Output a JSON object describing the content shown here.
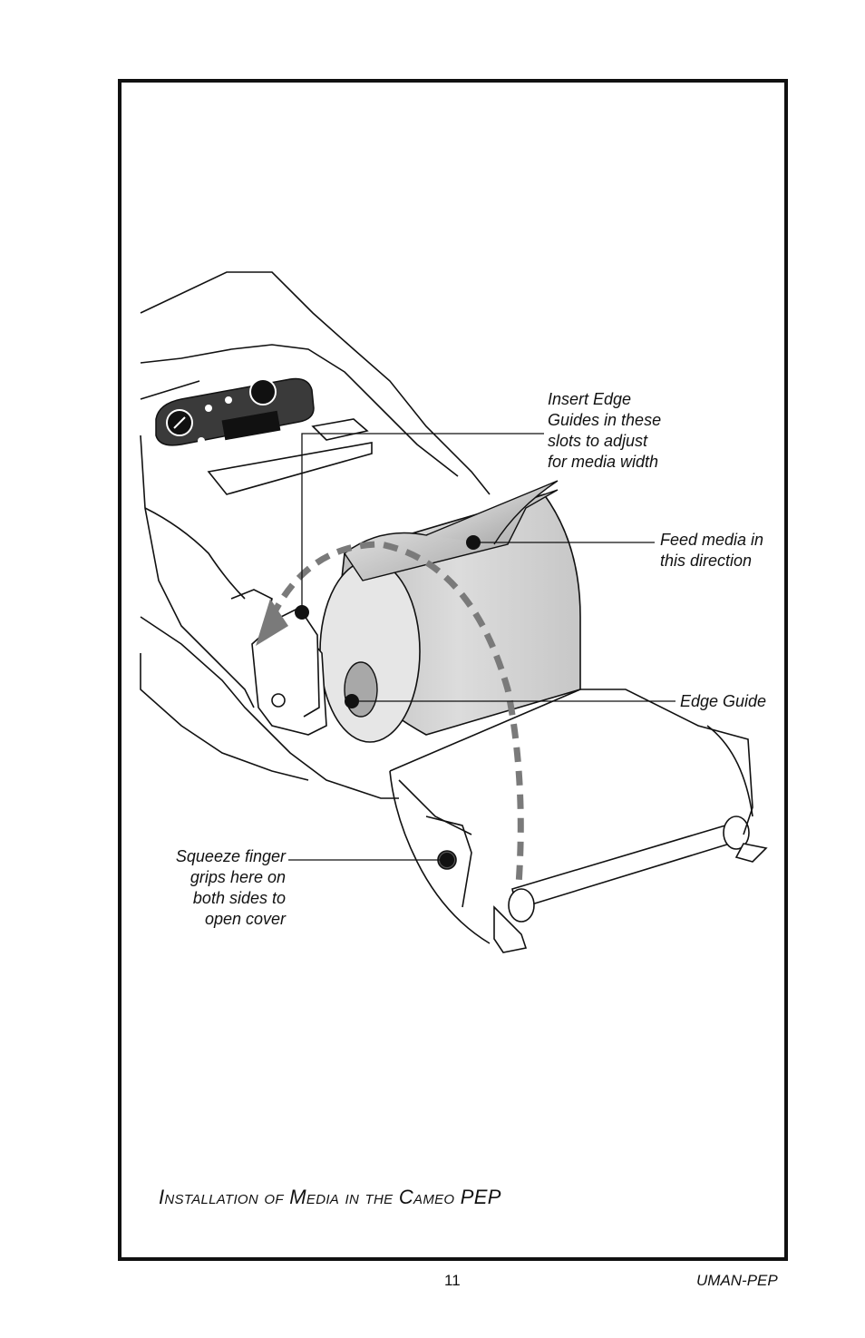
{
  "callouts": {
    "insert_edge_guides": "Insert Edge\nGuides in these\nslots to adjust\nfor media width",
    "feed_media": "Feed media in\nthis direction",
    "edge_guide": "Edge Guide",
    "squeeze_grips": "Squeeze finger\ngrips here on\nboth sides to\nopen cover"
  },
  "caption": "Installation of Media in the Cameo PEP",
  "footer": {
    "page_number": "11",
    "doc_code": "UMAN-PEP"
  },
  "colors": {
    "line": "#111111",
    "media": "#d0d0d0",
    "dashed_arc": "#7a7a7a"
  }
}
